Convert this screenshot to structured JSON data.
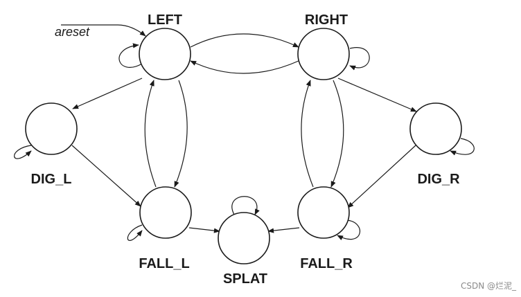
{
  "states": {
    "left": "LEFT",
    "right": "RIGHT",
    "dig_l": "DIG_L",
    "dig_r": "DIG_R",
    "fall_l": "FALL_L",
    "fall_r": "FALL_R",
    "splat": "SPLAT"
  },
  "reset_label": "areset",
  "watermark": "CSDN @烂泥_"
}
